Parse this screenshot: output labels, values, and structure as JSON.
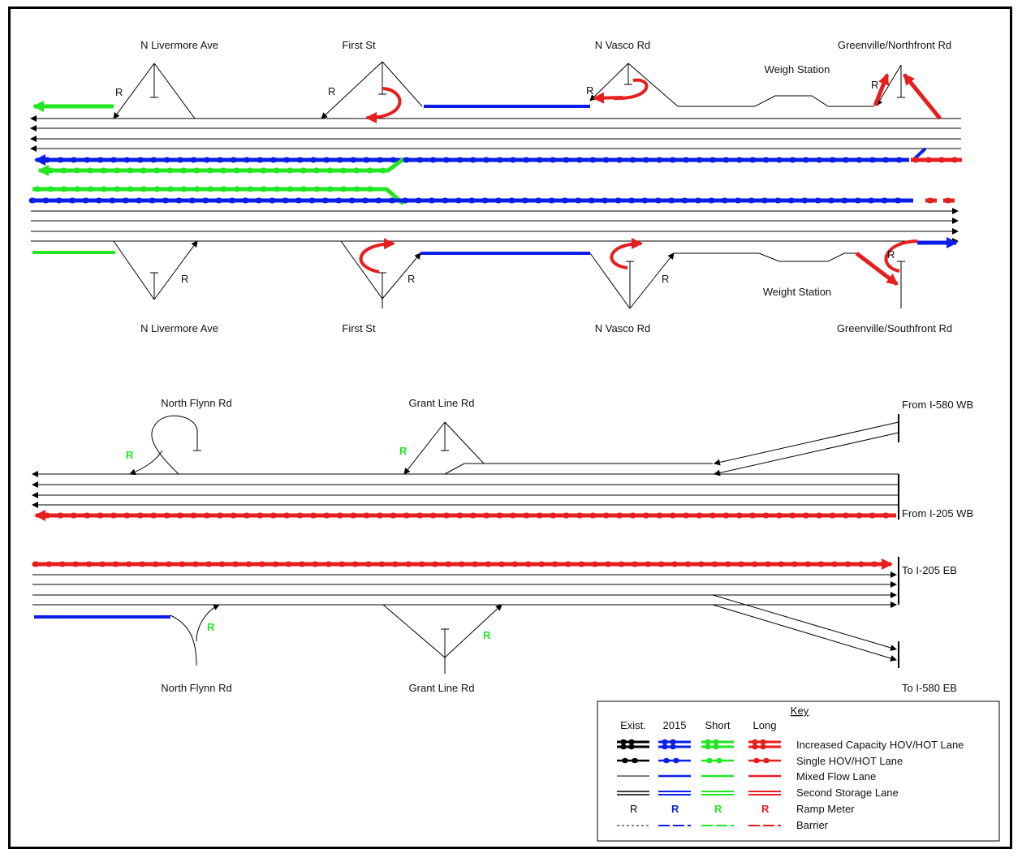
{
  "colors": {
    "existing": "#000000",
    "y2015": "#0a1ee6",
    "short": "#22e622",
    "long": "#e61e1e"
  },
  "labels": {
    "top_north": [
      "N Livermore Ave",
      "First St",
      "N Vasco Rd",
      "Greenville/Northfront Rd"
    ],
    "top_south": [
      "N Livermore Ave",
      "First St",
      "N Vasco Rd",
      "Greenville/Southfront Rd"
    ],
    "weigh_station_north": "Weigh Station",
    "weight_station_south": "Weight Station",
    "bottom_north": [
      "North Flynn Rd",
      "Grant Line Rd"
    ],
    "bottom_south": [
      "North Flynn Rd",
      "Grant Line Rd"
    ],
    "from_580": "From I-580 WB",
    "from_205": "From I-205 WB",
    "to_205": "To I-205 EB",
    "to_580": "To I-580 EB",
    "ramp_meter": "R"
  },
  "key": {
    "title": "Key",
    "columns": [
      "Exist.",
      "2015",
      "Short",
      "Long"
    ],
    "rows": [
      {
        "label": "Increased Capacity HOV/HOT Lane",
        "icon": "double-hov-icon"
      },
      {
        "label": "Single HOV/HOT Lane",
        "icon": "single-hov-icon"
      },
      {
        "label": "Mixed Flow Lane",
        "icon": "mixed-flow-icon"
      },
      {
        "label": "Second Storage Lane",
        "icon": "second-storage-icon"
      },
      {
        "label": "Ramp Meter",
        "icon": "ramp-meter-icon"
      },
      {
        "label": "Barrier",
        "icon": "barrier-icon"
      }
    ],
    "ramp_meter_symbol": "R"
  }
}
